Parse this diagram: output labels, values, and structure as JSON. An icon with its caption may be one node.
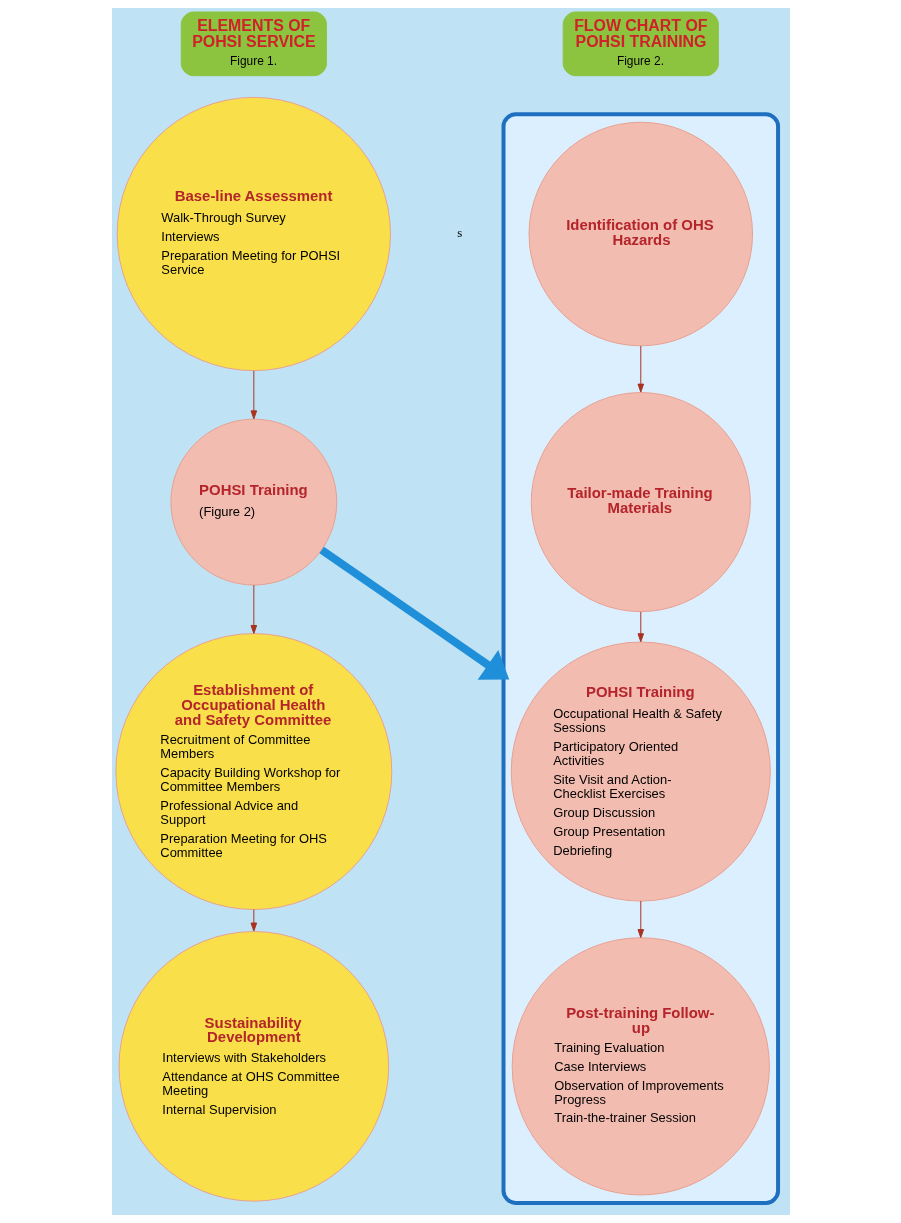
{
  "diagram": {
    "nodes": [
      {
        "text": [
          "ELEMENTS OF POHSI SERVICE",
          "Figure 1."
        ]
      },
      {
        "text": [
          "FLOW CHART OF POHSI TRAINING",
          "Figure 2."
        ]
      },
      {
        "text": [
          "Base-line Assessment",
          "Walk-Through Survey",
          "Interviews",
          "Preparation Meeting for POHSI Service"
        ]
      },
      {
        "text": [
          "POHSI Training",
          "(Figure 2)"
        ]
      },
      {
        "text": [
          "Establishment of Occupational Health and Safety Committee",
          "Recruitment of Committee Members",
          "Capacity Building Workshop for Committee Members",
          "Professional Advice and Support",
          "Preparation Meeting for OHS Committee"
        ]
      },
      {
        "text": [
          "Sustainability Development",
          "Interviews with Stakeholders",
          "Attendance at OHS Committee Meeting",
          "Internal Supervision"
        ]
      },
      {
        "text": [],
        "shape": "box"
      },
      {
        "text": [
          "Identification of OHS Hazards"
        ],
        "in": 6
      },
      {
        "text": [
          "Tailor-made Training Materials"
        ],
        "in": 6
      },
      {
        "text": [
          "POHSI Training",
          "Occupational Health & Safety Sessions",
          "Participatory Oriented Activities",
          "Site Visit and Action-Checklist Exercises",
          "Group Discussion",
          "Group Presentation",
          "Debriefing"
        ],
        "in": 6
      },
      {
        "text": [
          "Post-training Follow-up",
          "Training Evaluation",
          "Case Interviews",
          "Observation of Improvements Progress",
          "Train-the-trainer Session"
        ],
        "in": 6
      }
    ],
    "edges": [
      {
        "from": 2,
        "to": 3,
        "arrow": "to"
      },
      {
        "from": 3,
        "to": 4,
        "arrow": "to"
      },
      {
        "from": 4,
        "to": 5,
        "arrow": "to"
      },
      {
        "from": 3,
        "to": 6,
        "arrow": "to",
        "style": "thick",
        "color": "#1e8fd8"
      },
      {
        "from": 7,
        "to": 8,
        "arrow": "to"
      },
      {
        "from": 8,
        "to": 9,
        "arrow": "to"
      },
      {
        "from": 9,
        "to": 10,
        "arrow": "to"
      }
    ],
    "labels": [
      "s"
    ]
  }
}
